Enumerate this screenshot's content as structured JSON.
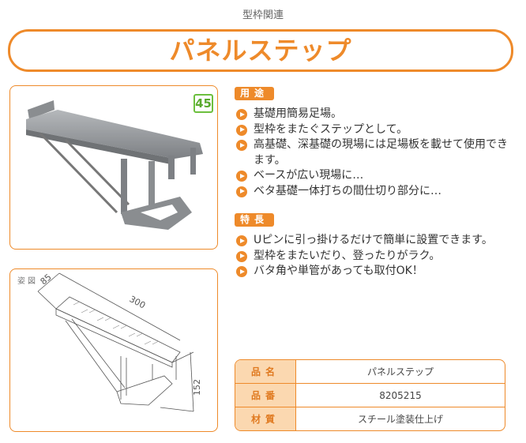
{
  "header": {
    "category": "型枠関連",
    "title": "パネルステップ"
  },
  "photo": {
    "badge": "45"
  },
  "drawing": {
    "label": "姿図",
    "dim_width": "85",
    "dim_length": "300",
    "dim_height": "152"
  },
  "usage": {
    "heading": "用途",
    "items": [
      "基礎用簡易足場。",
      "型枠をまたぐステップとして。",
      "高基礎、深基礎の現場には足場板を載せて使用できます。",
      "ベースが広い現場に…",
      "ベタ基礎一体打ちの間仕切り部分に…"
    ]
  },
  "features": {
    "heading": "特長",
    "items": [
      "Uピンに引っ掛けるだけで簡単に設置できます。",
      "型枠をまたいだり、登ったりがラク。",
      "バタ角や単管があっても取付OK！"
    ]
  },
  "spec": [
    {
      "label": "品名",
      "value": "パネルステップ"
    },
    {
      "label": "品番",
      "value": "8205215"
    },
    {
      "label": "材質",
      "value": "スチール塗装仕上げ"
    }
  ],
  "colors": {
    "accent": "#ee8a2a",
    "badge": "#6cbf3e"
  }
}
